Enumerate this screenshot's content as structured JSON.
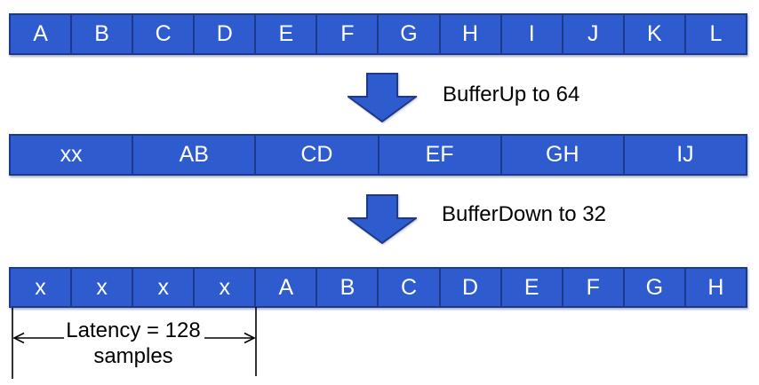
{
  "colors": {
    "cell_fill": "#2E5BCE",
    "cell_border": "#1C3A8C",
    "arrow_fill": "#2E5BCE",
    "arrow_outline": "#1F3A85",
    "annotation": "#000000",
    "cell_text": "#FFFFFF"
  },
  "buffers": [
    {
      "name": "input-buffer",
      "cells": [
        "A",
        "B",
        "C",
        "D",
        "E",
        "F",
        "G",
        "H",
        "I",
        "J",
        "K",
        "L"
      ]
    },
    {
      "name": "buffered-up-64",
      "cells": [
        "xx",
        "AB",
        "CD",
        "EF",
        "GH",
        "IJ"
      ]
    },
    {
      "name": "buffered-down-32",
      "cells": [
        "x",
        "x",
        "x",
        "x",
        "A",
        "B",
        "C",
        "D",
        "E",
        "F",
        "G",
        "H"
      ]
    }
  ],
  "steps": [
    {
      "label": "BufferUp to 64"
    },
    {
      "label": "BufferDown to 32"
    }
  ],
  "latency": {
    "line1": "Latency = 128",
    "line2": "samples"
  }
}
